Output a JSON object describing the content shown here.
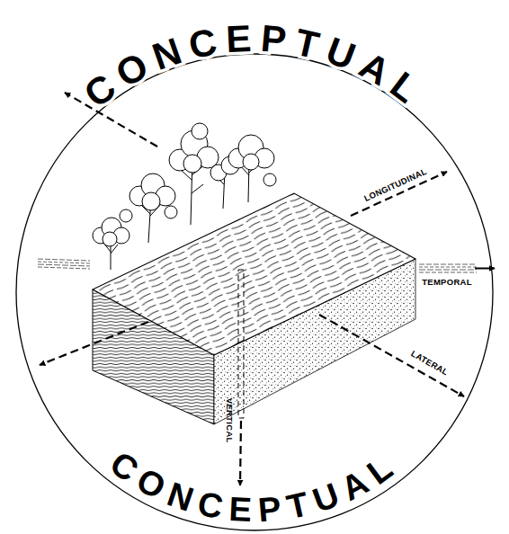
{
  "diagram": {
    "labels": [
      "CONCEPTUAL",
      "LONGITUDINAL",
      "TEMPORAL",
      "LATERAL",
      "VERTICAL",
      "CONCEPTUAL"
    ]
  }
}
